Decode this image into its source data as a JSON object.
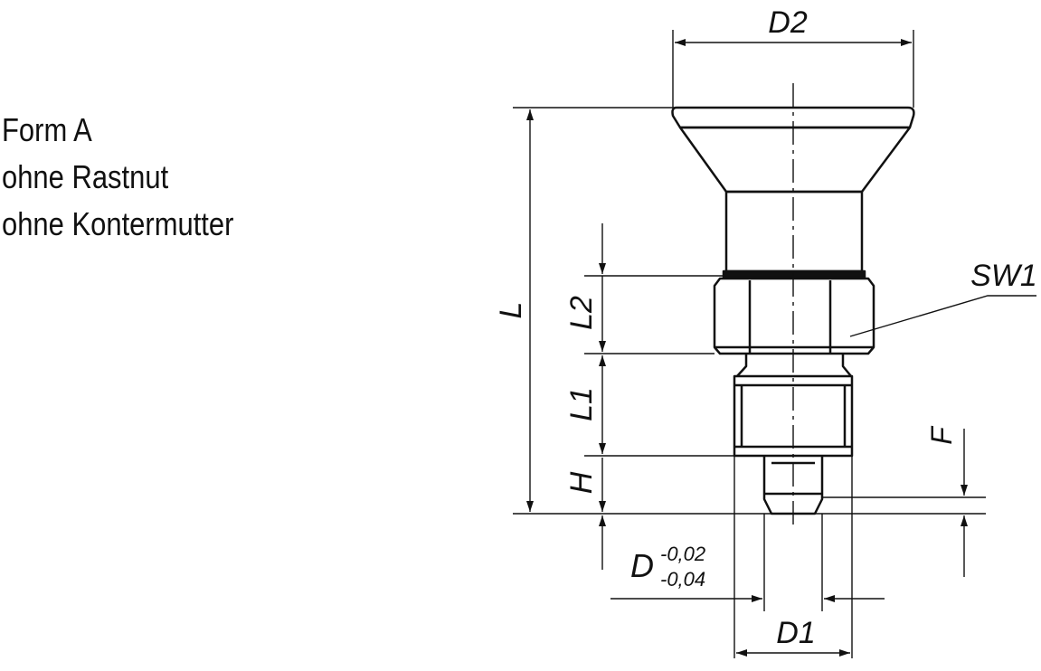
{
  "caption": {
    "line1": "Form A",
    "line2": "ohne Rastnut",
    "line3": "ohne Kontermutter"
  },
  "dimensions": {
    "d2": "D2",
    "l": "L",
    "l2": "L2",
    "l1": "L1",
    "h": "H",
    "sw1": "SW1",
    "f": "F",
    "d": "D",
    "d_upper_tol": "-0,02",
    "d_lower_tol": "-0,04",
    "d1": "D1"
  },
  "colors": {
    "line": "#111111",
    "background": "#ffffff"
  }
}
